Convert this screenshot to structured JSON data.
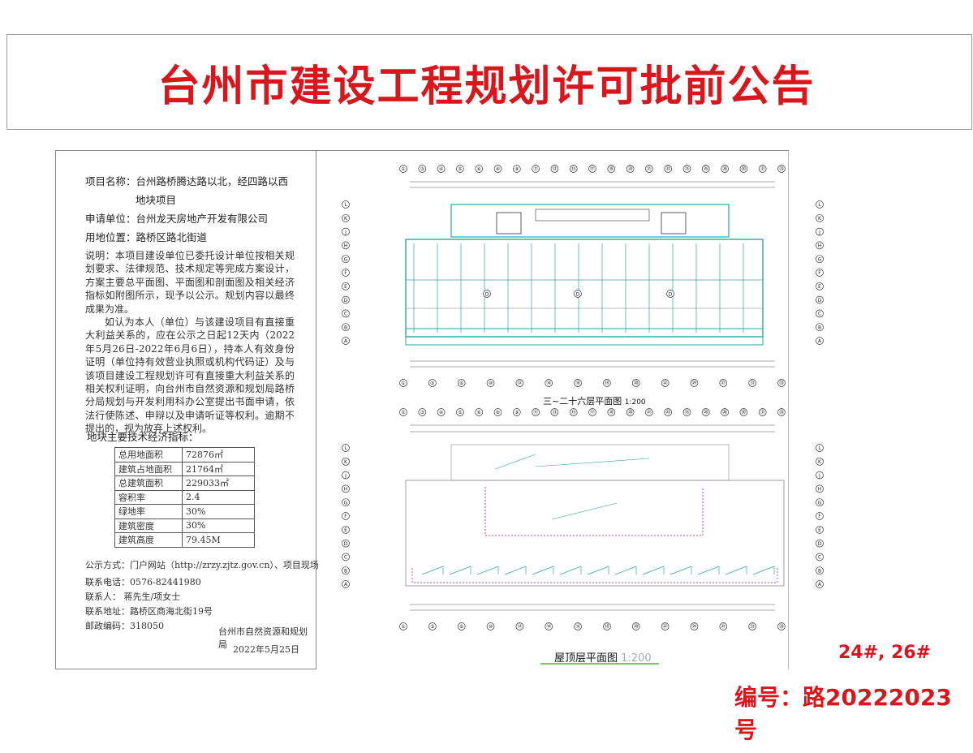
{
  "title": "台州市建设工程规划许可批前公告",
  "project": {
    "name_label": "项目名称：",
    "name_line1": "台州路桥腾达路以北，经四路以西",
    "name_line2": "地块项目",
    "applicant_label": "申请单位：",
    "applicant": "台州龙天房地产开发有限公司",
    "location_label": "用地位置：",
    "location": "路桥区路北街道"
  },
  "description": {
    "para1": "说明：本项目建设单位已委托设计单位按相关规划要求、法律规范、技术规定等完成方案设计，方案主要总平面图、平面图和剖面图及相关经济指标如附图所示，现予以公示。规划内容以最终成果为准。",
    "para2": "如认为本人（单位）与该建设项目有直接重大利益关系的，应在公示之日起12天内（2022年5月26日-2022年6月6日），持本人有效身份证明（单位持有效营业执照或机构代码证）及与该项目建设工程规划许可有直接重大利益关系的相关权利证明，向台州市自然资源和规划局路桥分局规划与开发利用科办公室提出书面申请，依法行使陈述、申辩以及申请听证等权利。逾期不提出的，视为放弃上述权利。"
  },
  "indicators": {
    "title": "地块主要技术经济指标：",
    "rows": [
      {
        "name": "总用地面积",
        "value": "72876㎡"
      },
      {
        "name": "建筑占地面积",
        "value": "21764㎡"
      },
      {
        "name": "总建筑面积",
        "value": "229033㎡"
      },
      {
        "name": "容积率",
        "value": "2.4"
      },
      {
        "name": "绿地率",
        "value": "30%"
      },
      {
        "name": "建筑密度",
        "value": "30%"
      },
      {
        "name": "建筑高度",
        "value": "79.45M"
      }
    ]
  },
  "contact": {
    "method": "公示方式：门户网站（http://zrzy.zjtz.gov.cn）、项目现场",
    "phone": "联系电话：0576-82441980",
    "person": "联系人：  蒋先生/项女士",
    "address": "联系地址：路桥区商海北街19号",
    "postcode": "邮政编码：318050",
    "org": "台州市自然资源和规划局",
    "date": "2022年5月25日"
  },
  "plans": {
    "plan1_label": "三~二十六层平面图",
    "plan1_scale": "1:200",
    "plan2_label": "屋顶层平面图",
    "plan2_scale": "1:200",
    "plan1_top_axes": [
      "①",
      "③",
      "④",
      "⑤",
      "⑥",
      "⑧",
      "⑨",
      "⑪",
      "⑬",
      "⑮",
      "⑰",
      "⑱",
      "⑳",
      "㉑",
      "㉓",
      "㉕",
      "㉖",
      "㉘",
      "㉚",
      "㉛",
      "㉝"
    ],
    "plan1_bottom_axes": [
      "①",
      "③",
      "⑥",
      "⑩",
      "⑫",
      "⑭",
      "⑯",
      "⑱",
      "⑳",
      "㉒",
      "㉔",
      "㉗",
      "㉛",
      "㉝"
    ],
    "plan2_bottom_axes": [
      "①",
      "③",
      "⑥",
      "⑩",
      "⑫",
      "⑭",
      "⑯",
      "⑱",
      "⑳",
      "㉒",
      "㉔",
      "㉗",
      "㉛",
      "㉝"
    ],
    "row_axes": [
      "L",
      "K",
      "J",
      "H",
      "G",
      "F",
      "E",
      "D",
      "C",
      "B",
      "A"
    ]
  },
  "building_no": "24#, 26#",
  "code": "编号：路20222023号",
  "colors": {
    "title_red": "#d9161c",
    "plan_cyan": "#2aa7a3",
    "plan_magenta": "#c03bbd"
  }
}
